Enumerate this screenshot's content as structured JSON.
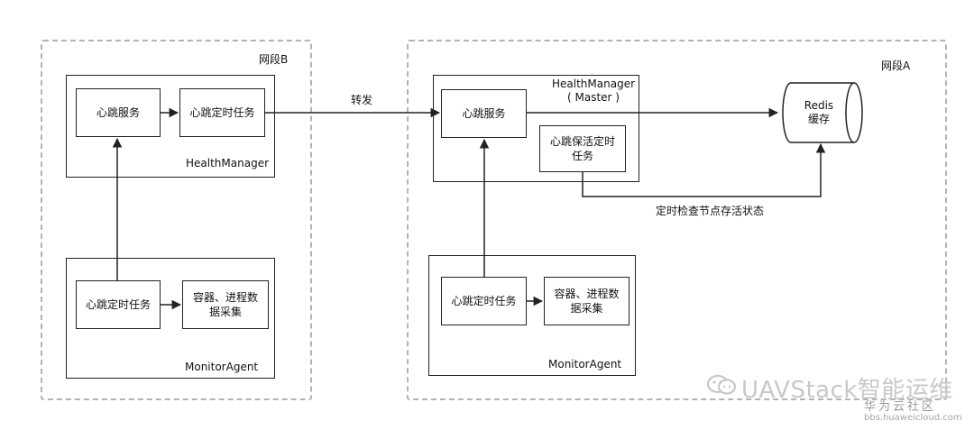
{
  "zones": {
    "b": {
      "label": "网段B"
    },
    "a": {
      "label": "网段A"
    }
  },
  "left": {
    "health_manager": {
      "label": "HealthManager",
      "heartbeat_service": "心跳服务",
      "heartbeat_timer": "心跳定时任务"
    },
    "monitor_agent": {
      "label": "MonitorAgent",
      "heartbeat_timer": "心跳定时任务",
      "data_collect": "容器、进程数\n据采集"
    }
  },
  "forward_label": "转发",
  "right": {
    "health_manager": {
      "label": "HealthManager\n( Master )",
      "heartbeat_service": "心跳服务",
      "keepalive_timer": "心跳保活定时\n任务"
    },
    "monitor_agent": {
      "label": "MonitorAgent",
      "heartbeat_timer": "心跳定时任务",
      "data_collect": "容器、进程数\n据采集"
    },
    "redis": {
      "label": "Redis\n缓存"
    },
    "check_label": "定时检查节点存活状态"
  },
  "watermark": {
    "title": "UAVStack智能运维",
    "sub": "华为云社区",
    "url": "bbs.huaweicloud.com"
  }
}
